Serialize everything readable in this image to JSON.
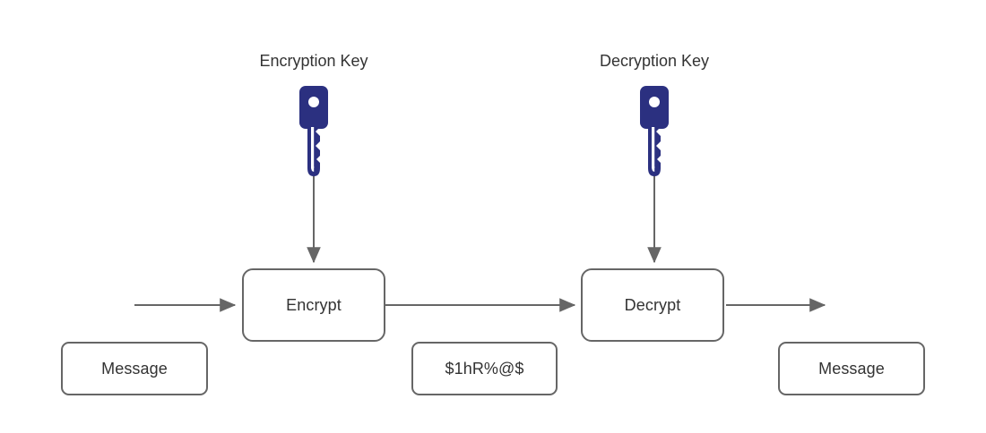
{
  "diagram": {
    "title": "Symmetric encryption and decryption flow",
    "background_color": "#ffffff",
    "stroke_color": "#666666",
    "text_color": "#333333",
    "key_color": "#2b3080"
  },
  "labels": {
    "encryption_key": "Encryption Key",
    "decryption_key": "Decryption Key"
  },
  "nodes": {
    "encrypt": "Encrypt",
    "decrypt": "Decrypt",
    "message_in": "Message",
    "ciphertext": "$1hR%@$",
    "message_out": "Message"
  },
  "icons": {
    "encryption_key_icon": "key-icon",
    "decryption_key_icon": "key-icon"
  },
  "edges": [
    {
      "name": "input-to-encrypt",
      "from": "message-in",
      "to": "encrypt",
      "direction": "right"
    },
    {
      "name": "encryption-key-to-encrypt",
      "from": "encryption-key",
      "to": "encrypt",
      "direction": "down"
    },
    {
      "name": "encrypt-to-decrypt",
      "from": "encrypt",
      "to": "decrypt",
      "direction": "right"
    },
    {
      "name": "decryption-key-to-decrypt",
      "from": "decryption-key",
      "to": "decrypt",
      "direction": "down"
    },
    {
      "name": "decrypt-to-output",
      "from": "decrypt",
      "to": "message-out",
      "direction": "right"
    }
  ]
}
